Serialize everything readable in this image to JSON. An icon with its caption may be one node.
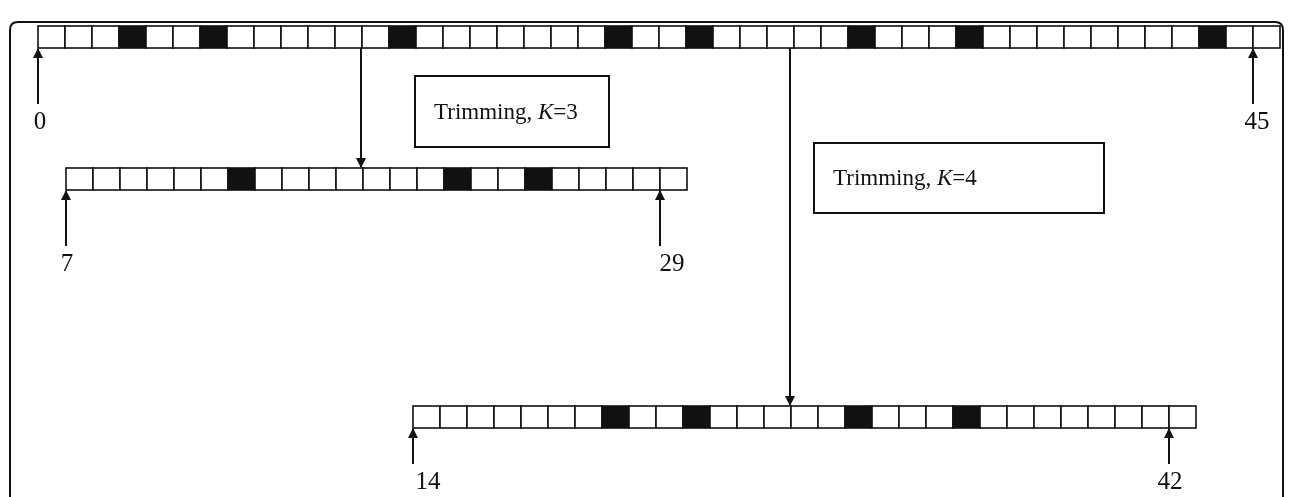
{
  "diagram": {
    "nodes": [
      {
        "text": [],
        "shape": "bar"
      },
      {
        "text": [
          "0"
        ]
      },
      {
        "text": [
          "45"
        ]
      },
      {
        "text": [
          "Trimming, *K*=3"
        ]
      },
      {
        "text": [],
        "shape": "bar"
      },
      {
        "text": [
          "Trimming, *K*=4"
        ]
      },
      {
        "text": [
          "7"
        ]
      },
      {
        "text": [
          "29"
        ]
      },
      {
        "text": [],
        "shape": "bar"
      },
      {
        "text": [
          "14"
        ]
      },
      {
        "text": [
          "42"
        ]
      }
    ],
    "edges": [
      {
        "from": 0,
        "to": 4,
        "arrow": "to"
      },
      {
        "from": 0,
        "to": 8,
        "arrow": "to"
      },
      {
        "from": 1,
        "to": 0,
        "arrow": "to"
      },
      {
        "from": 2,
        "to": 0,
        "arrow": "to"
      },
      {
        "from": 6,
        "to": 4,
        "arrow": "to"
      },
      {
        "from": 7,
        "to": 4,
        "arrow": "to"
      },
      {
        "from": 9,
        "to": 8,
        "arrow": "to"
      },
      {
        "from": 10,
        "to": 8,
        "arrow": "to"
      }
    ]
  }
}
